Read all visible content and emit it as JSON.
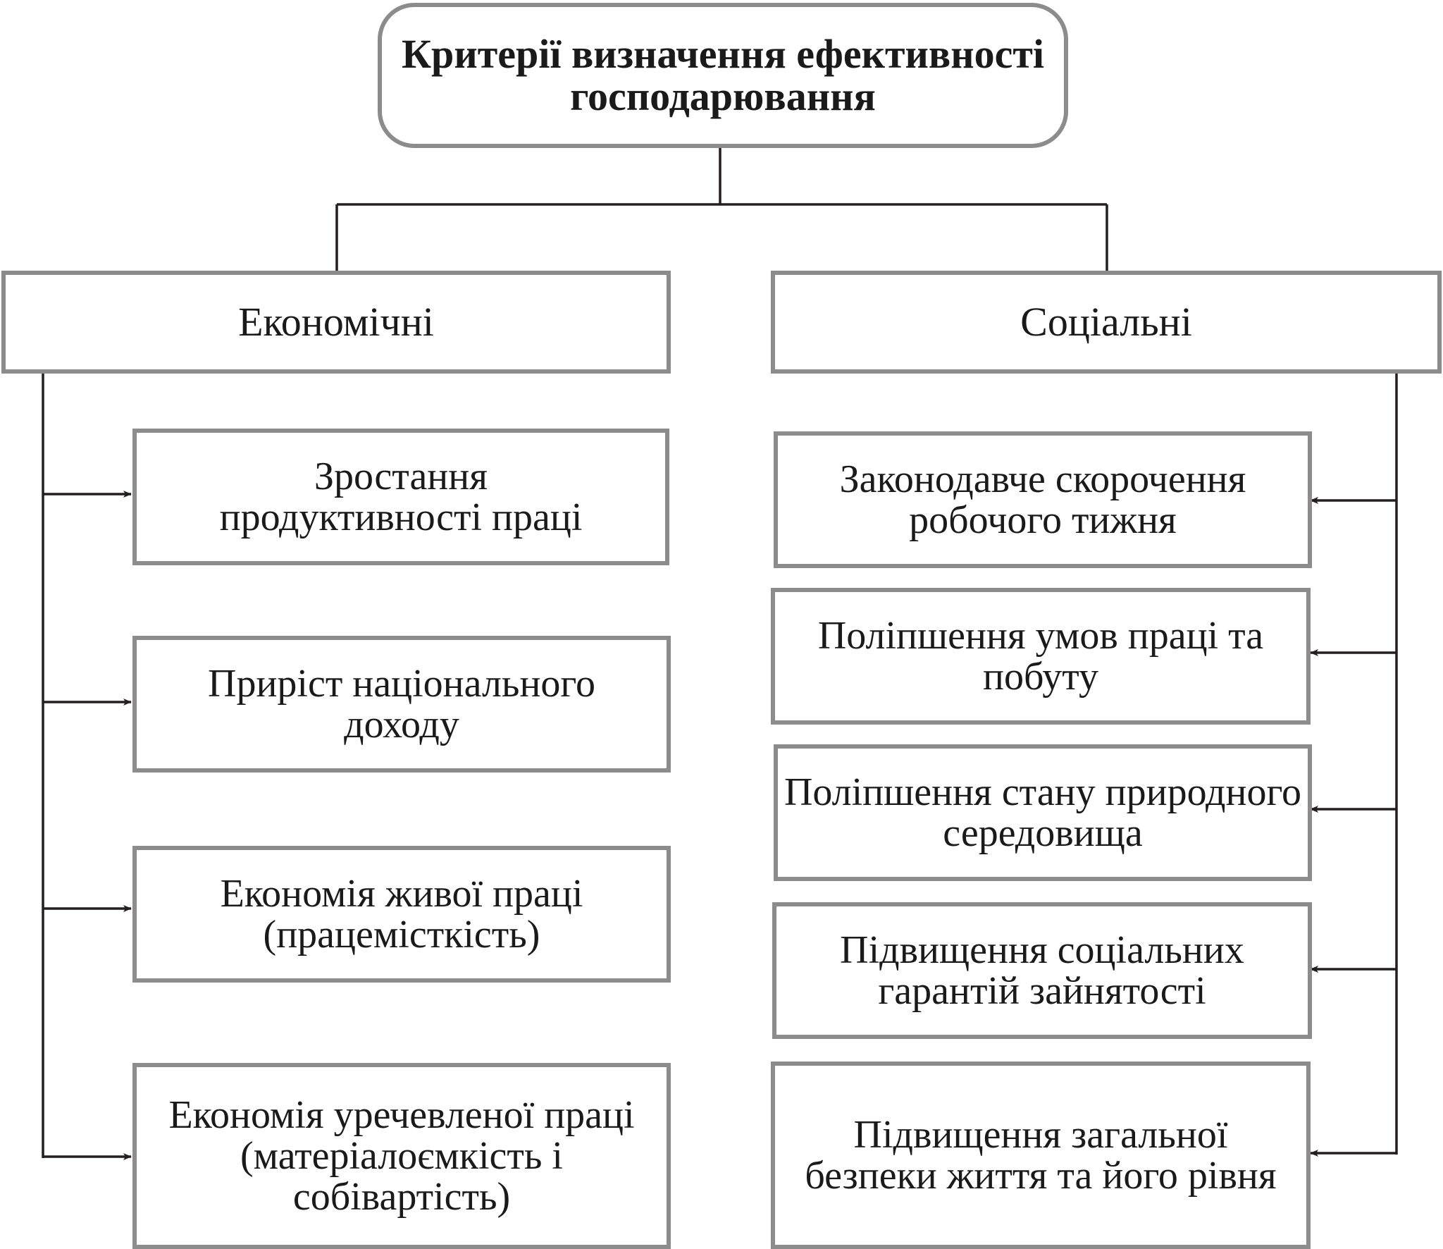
{
  "title": "Критерії визначення ефективності господарювання",
  "categories": {
    "economic": {
      "label": "Економічні",
      "items": [
        "Зростання продуктивності праці",
        "Приріст національного доходу",
        "Економія живої праці (працемісткість)",
        "Економія уречевленої праці (матеріалоємкість і собівартість)"
      ]
    },
    "social": {
      "label": "Соціальні",
      "items": [
        "Законодавче скорочення робочого тижня",
        "Поліпшення умов праці та побуту",
        "Поліпшення стану природного середовища",
        "Підвищення соціальних гарантій зайнятості",
        "Підвищення загальної безпеки життя та його рівня"
      ]
    }
  },
  "colors": {
    "box_border": "#8c8c8c",
    "connector": "#231f20",
    "text": "#1a1a1a"
  }
}
